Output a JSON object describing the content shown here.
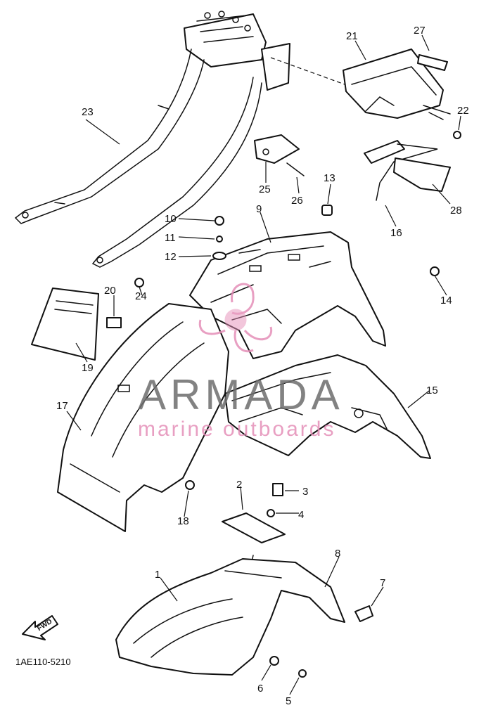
{
  "diagram": {
    "part_code": "1AE110-5210",
    "direction_label": "FWD",
    "callouts": [
      "1",
      "2",
      "3",
      "4",
      "5",
      "6",
      "7",
      "8",
      "9",
      "10",
      "11",
      "12",
      "13",
      "14",
      "15",
      "16",
      "17",
      "18",
      "19",
      "20",
      "21",
      "22",
      "23",
      "24",
      "25",
      "26",
      "27",
      "28"
    ]
  },
  "watermark": {
    "brand": "ARMADA",
    "tagline": "marine outboards",
    "accent_color": "#e58fb8",
    "text_color": "#6d6d6d"
  }
}
